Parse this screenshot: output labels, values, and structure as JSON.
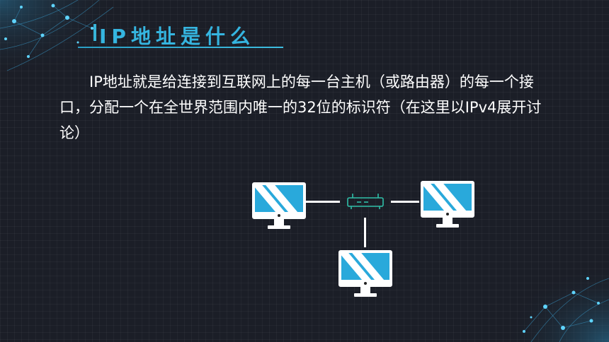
{
  "slide": {
    "title": "IP地址是什么",
    "body": "IP地址就是给连接到互联网上的每一台主机（或路由器）的每一个接口，分配一个在全世界范围内唯一的32位的标识符（在这里以IPv4展开讨论）"
  },
  "diagram": {
    "nodes": [
      {
        "name": "computer-left",
        "type": "computer"
      },
      {
        "name": "router",
        "type": "router"
      },
      {
        "name": "computer-right",
        "type": "computer"
      },
      {
        "name": "computer-bottom",
        "type": "computer"
      }
    ],
    "colors": {
      "screen": "#29a9db",
      "router": "#2fbfa8",
      "title": "#35b5e0"
    }
  }
}
